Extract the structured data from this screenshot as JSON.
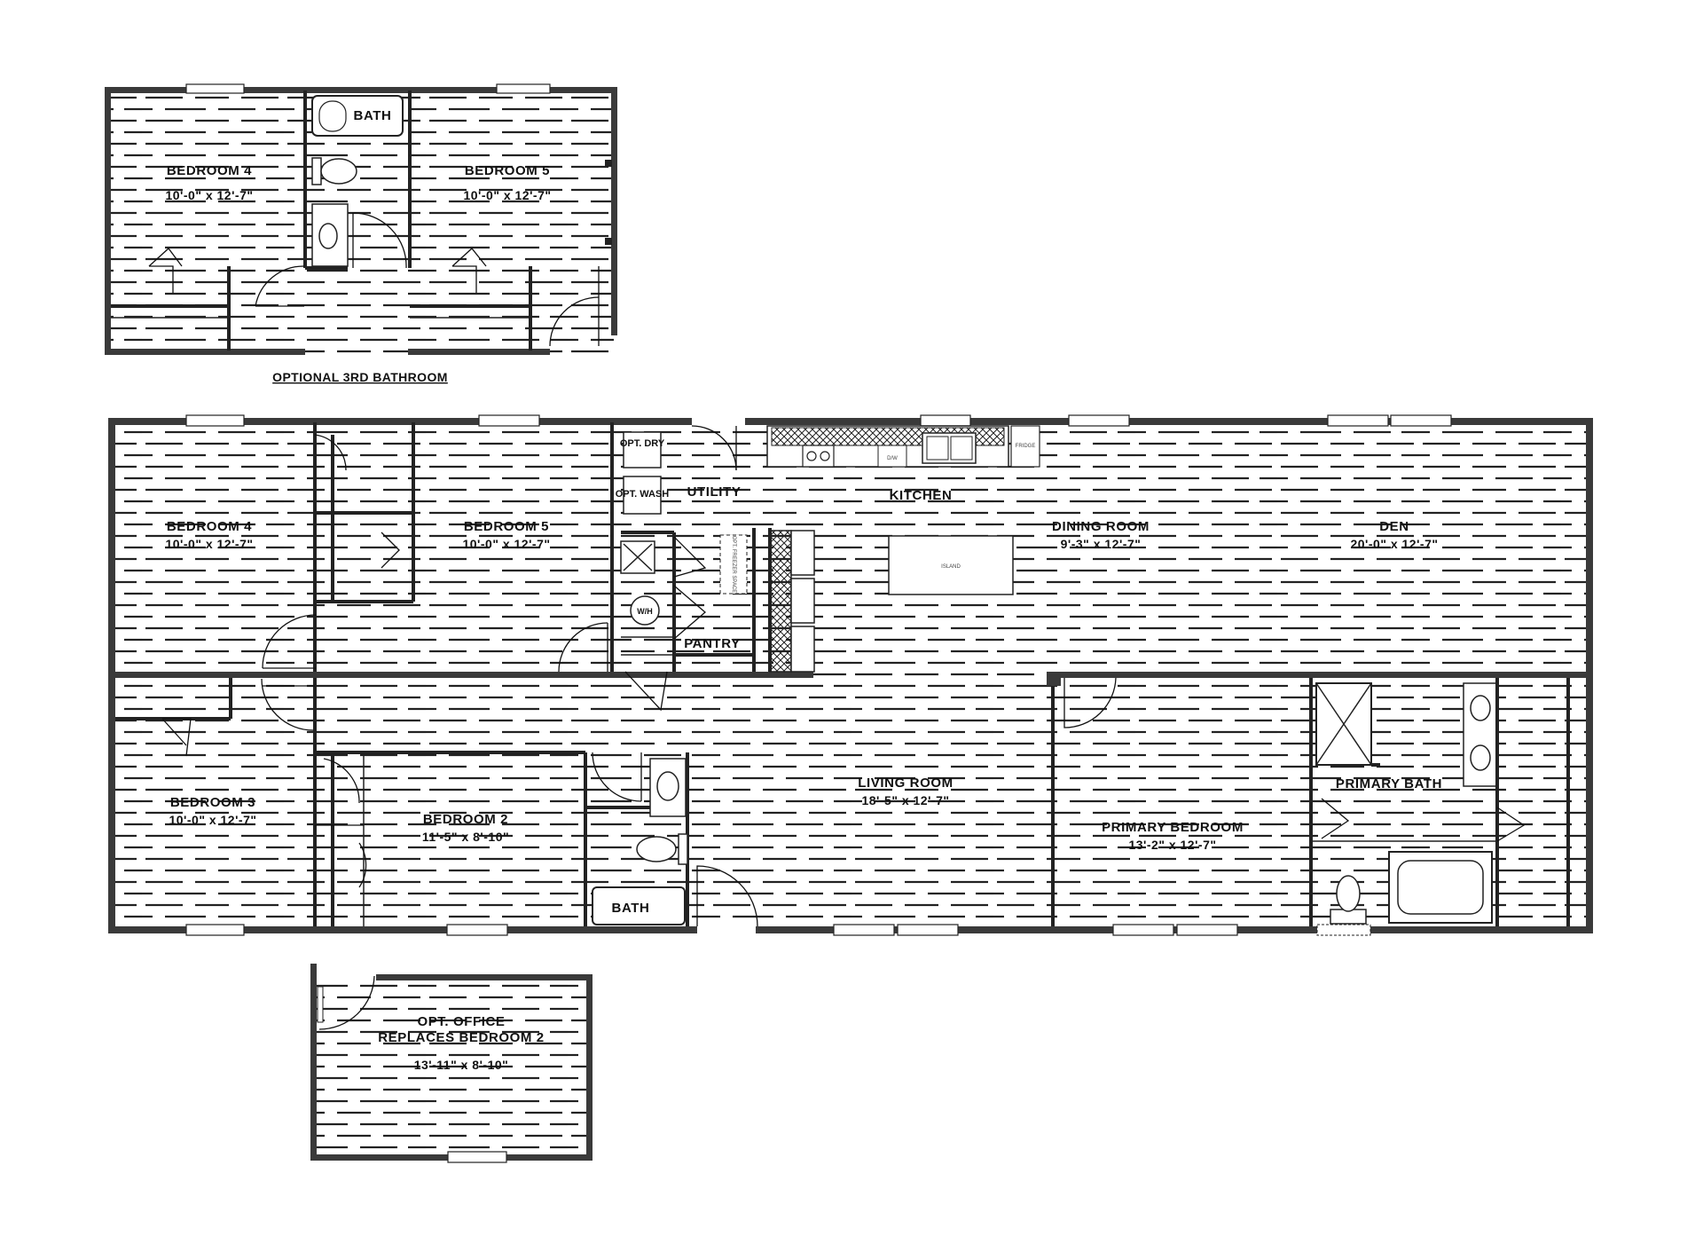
{
  "optional_bath_plan": {
    "caption": "OPTIONAL 3RD BATHROOM",
    "bedroom4": {
      "name": "BEDROOM 4",
      "size": "10'-0\" x 12'-7\""
    },
    "bath": {
      "name": "BATH"
    },
    "bedroom5": {
      "name": "BEDROOM 5",
      "size": "10'-0\" x 12'-7\""
    }
  },
  "main_plan": {
    "bedroom4": {
      "name": "BEDROOM 4",
      "size": "10'-0\" x 12'-7\""
    },
    "bedroom5": {
      "name": "BEDROOM 5",
      "size": "10'-0\" x 12'-7\""
    },
    "opt_dry": "OPT. DRY",
    "opt_wash": "OPT. WASH",
    "utility": "UTILITY",
    "kitchen": "KITCHEN",
    "dishwasher": "D/W",
    "fridge": "FRIDGE",
    "freezer": "OPT. FREEZER SPACE",
    "washer_heater": "W/H",
    "pantry": "PANTRY",
    "island": "ISLAND",
    "dining_room": {
      "name": "DINING ROOM",
      "size": "9'-3\" x 12'-7\""
    },
    "den": {
      "name": "DEN",
      "size": "20'-0\" x 12'-7\""
    },
    "bedroom3": {
      "name": "BEDROOM 3",
      "size": "10'-0\" x 12'-7\""
    },
    "bedroom2": {
      "name": "BEDROOM 2",
      "size": "11'-5\" x 8'-10\""
    },
    "bath": "BATH",
    "living_room": {
      "name": "LIVING ROOM",
      "size": "18'-5\" x 12'-7\""
    },
    "primary_bedroom": {
      "name": "PRIMARY BEDROOM",
      "size": "13'-2\" x 12'-7\""
    },
    "primary_bath": "PRIMARY BATH"
  },
  "optional_office_plan": {
    "name_line1": "OPT. OFFICE",
    "name_line2": "REPLACES BEDROOM 2",
    "size": "13'-11\" x 8'-10\""
  },
  "colors": {
    "wall": "#3a3a3a",
    "ink": "#111111",
    "floor_lines": "#222222",
    "window": "#ffffff"
  }
}
